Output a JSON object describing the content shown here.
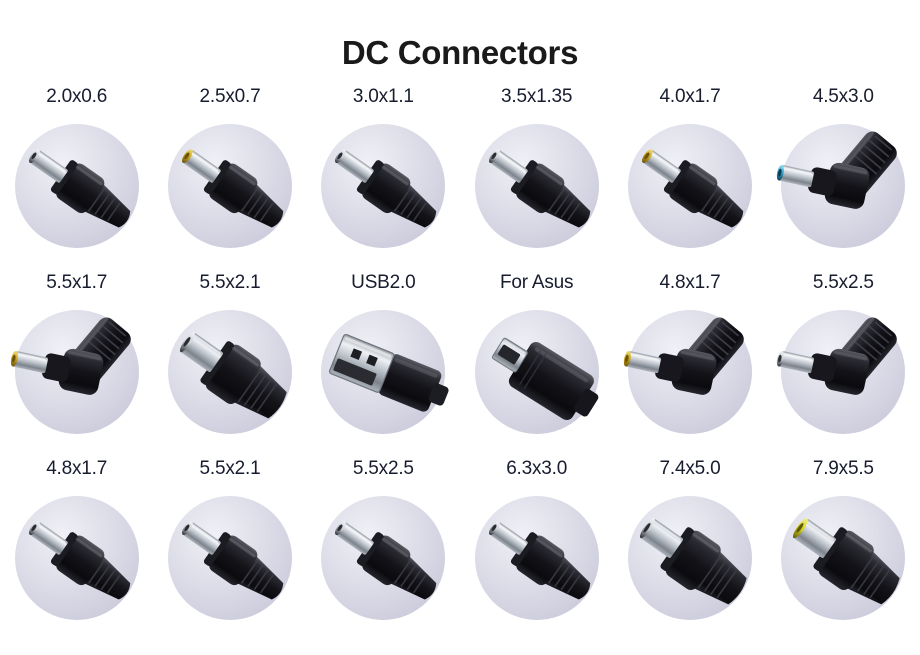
{
  "page": {
    "title": "DC Connectors",
    "background_color": "#ffffff",
    "label_color": "#171c2e",
    "disc_color": "#d6d6e3"
  },
  "grid": {
    "columns": 6,
    "rows": 3
  },
  "connectors": [
    {
      "label": "2.0x0.6",
      "style": "straight",
      "tip": "silver",
      "icon": "dc-barrel-plug-icon",
      "row": 1,
      "col": 1
    },
    {
      "label": "2.5x0.7",
      "style": "straight",
      "tip": "gold",
      "icon": "dc-barrel-plug-icon",
      "row": 1,
      "col": 2
    },
    {
      "label": "3.0x1.1",
      "style": "straight",
      "tip": "silver",
      "icon": "dc-barrel-plug-icon",
      "row": 1,
      "col": 3
    },
    {
      "label": "3.5x1.35",
      "style": "straight",
      "tip": "silver",
      "icon": "dc-barrel-plug-icon",
      "row": 1,
      "col": 4
    },
    {
      "label": "4.0x1.7",
      "style": "straight",
      "tip": "gold",
      "icon": "dc-barrel-plug-icon",
      "row": 1,
      "col": 5
    },
    {
      "label": "4.5x3.0",
      "style": "right-angle",
      "tip": "blue",
      "icon": "dc-right-angle-plug-icon",
      "row": 1,
      "col": 6
    },
    {
      "label": "5.5x1.7",
      "style": "right-angle",
      "tip": "gold",
      "icon": "dc-right-angle-plug-icon",
      "row": 2,
      "col": 1
    },
    {
      "label": "5.5x2.1",
      "style": "straight-thick",
      "tip": "silver",
      "icon": "dc-barrel-plug-icon",
      "row": 2,
      "col": 2
    },
    {
      "label": "USB2.0",
      "style": "usb-a",
      "tip": "silver",
      "icon": "usb-a-plug-icon",
      "row": 2,
      "col": 3
    },
    {
      "label": "For Asus",
      "style": "flat-square",
      "tip": "silver",
      "icon": "asus-square-plug-icon",
      "row": 2,
      "col": 4
    },
    {
      "label": "4.8x1.7",
      "style": "right-angle",
      "tip": "gold",
      "icon": "dc-right-angle-plug-icon",
      "row": 2,
      "col": 5
    },
    {
      "label": "5.5x2.5",
      "style": "right-angle",
      "tip": "silver",
      "icon": "dc-right-angle-plug-icon",
      "row": 2,
      "col": 6
    },
    {
      "label": "4.8x1.7",
      "style": "straight",
      "tip": "silver",
      "icon": "dc-barrel-plug-icon",
      "row": 3,
      "col": 1
    },
    {
      "label": "5.5x2.1",
      "style": "straight",
      "tip": "silver",
      "icon": "dc-barrel-plug-icon",
      "row": 3,
      "col": 2
    },
    {
      "label": "5.5x2.5",
      "style": "straight",
      "tip": "silver",
      "icon": "dc-barrel-plug-icon",
      "row": 3,
      "col": 3
    },
    {
      "label": "6.3x3.0",
      "style": "straight",
      "tip": "silver",
      "icon": "dc-barrel-plug-icon",
      "row": 3,
      "col": 4
    },
    {
      "label": "7.4x5.0",
      "style": "straight-thick",
      "tip": "silver",
      "icon": "dc-barrel-plug-icon",
      "row": 3,
      "col": 5
    },
    {
      "label": "7.9x5.5",
      "style": "straight-thick",
      "tip": "yellow",
      "icon": "dc-barrel-plug-icon",
      "row": 3,
      "col": 6
    }
  ]
}
